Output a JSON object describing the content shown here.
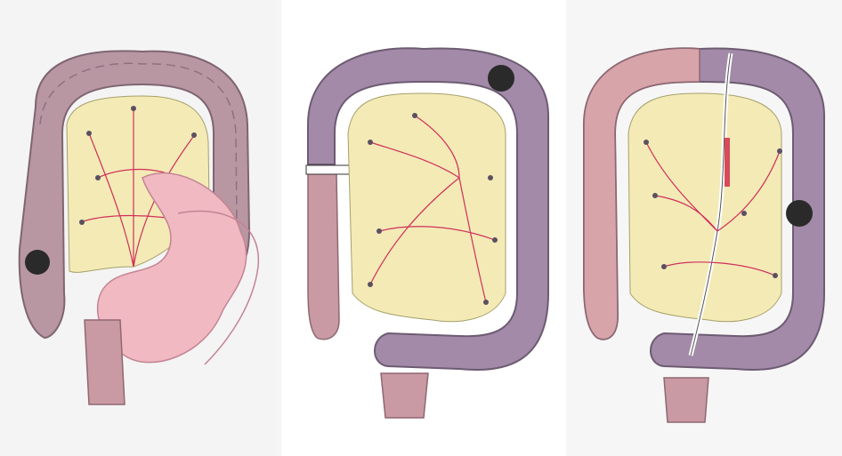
{
  "figure": {
    "panels": [
      {
        "id": "panel-1",
        "tumor_location": "left"
      },
      {
        "id": "panel-2",
        "tumor_location": "upper-right"
      },
      {
        "id": "panel-3",
        "tumor_location": "right"
      }
    ]
  },
  "colors": {
    "page_background": "#f6f6f6",
    "colon_purple": "#a28aa8",
    "colon_pink": "#c99aa3",
    "colon_rose": "#d7a4a9",
    "mesentery": "#f3eab6",
    "vessel_red": "#d0305a",
    "node_dark": "#5b5060",
    "small_bowel": "#f1b9c2",
    "tumor": "#2a2a2a"
  }
}
